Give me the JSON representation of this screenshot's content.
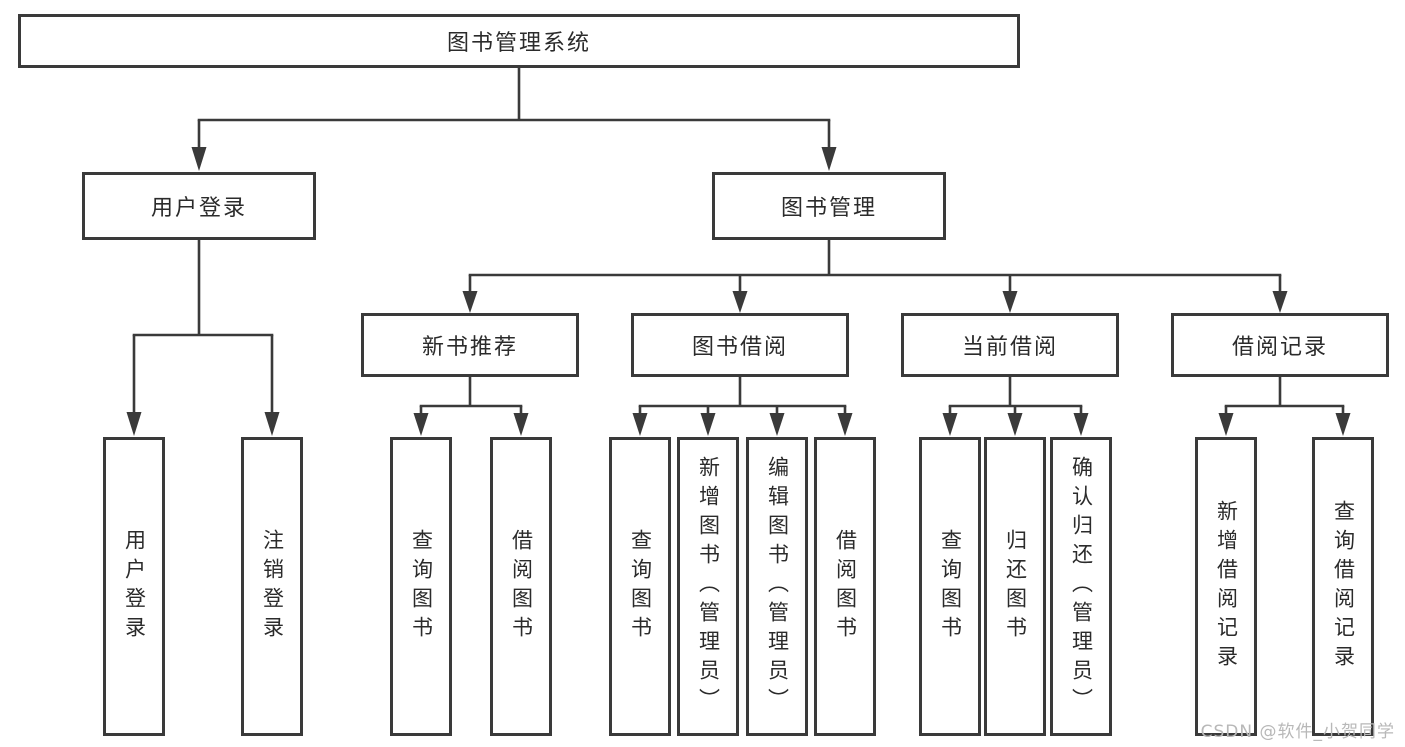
{
  "diagram": {
    "root": "图书管理系统",
    "level2": [
      "用户登录",
      "图书管理"
    ],
    "level3": [
      "新书推荐",
      "图书借阅",
      "当前借阅",
      "借阅记录"
    ],
    "leaves_user_login": [
      "用户登录",
      "注销登录"
    ],
    "leaves_new_book": [
      "查询图书",
      "借阅图书"
    ],
    "leaves_book_borrow": [
      "查询图书",
      "新增图书（管理员）",
      "编辑图书（管理员）",
      "借阅图书"
    ],
    "leaves_current_borrow": [
      "查询图书",
      "归还图书",
      "确认归还（管理员）"
    ],
    "leaves_borrow_records": [
      "新增借阅记录",
      "查询借阅记录"
    ]
  },
  "watermark": "CSDN @软件_小贺同学",
  "colors": {
    "line": "#3a3a3a",
    "text": "#2b2b2b",
    "background": "#ffffff",
    "watermark": "#b8b8b8"
  }
}
